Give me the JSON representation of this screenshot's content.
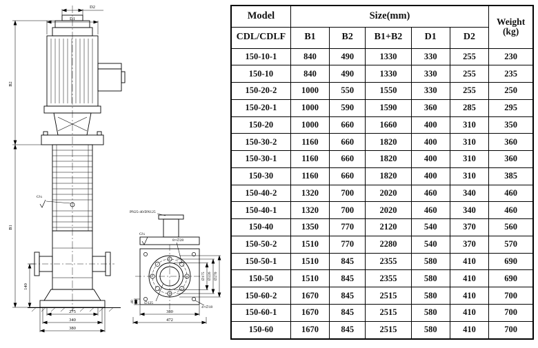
{
  "drawing": {
    "d2": "D2",
    "d1": "D1",
    "b2": "B2",
    "b1": "B1",
    "dim140": "140",
    "dim275": "275",
    "dim340": "340",
    "dim380": "380",
    "port_spec": "G¼",
    "port_spec2": "G¼",
    "flange_spec": "PN25-40/DN125",
    "holes8": "8×∅28",
    "holes4": "4×∅18",
    "dia175": "∅175",
    "dia226": "∅226",
    "dia270": "∅270",
    "dia125": "∅125",
    "dim40": "40",
    "flange380": "380",
    "dim472": "472"
  },
  "table": {
    "header": {
      "model": "Model",
      "model_sub": "CDL/CDLF",
      "size_group": "Size(mm)",
      "size_cols": [
        "B1",
        "B2",
        "B1+B2",
        "D1",
        "D2"
      ],
      "weight": "Weight",
      "weight_unit": "(kg)"
    },
    "rows": [
      {
        "model": "150-10-1",
        "b1": "840",
        "b2": "490",
        "b1b2": "1330",
        "d1": "330",
        "d2": "255",
        "weight": "230"
      },
      {
        "model": "150-10",
        "b1": "840",
        "b2": "490",
        "b1b2": "1330",
        "d1": "330",
        "d2": "255",
        "weight": "235"
      },
      {
        "model": "150-20-2",
        "b1": "1000",
        "b2": "550",
        "b1b2": "1550",
        "d1": "330",
        "d2": "255",
        "weight": "250"
      },
      {
        "model": "150-20-1",
        "b1": "1000",
        "b2": "590",
        "b1b2": "1590",
        "d1": "360",
        "d2": "285",
        "weight": "295"
      },
      {
        "model": "150-20",
        "b1": "1000",
        "b2": "660",
        "b1b2": "1660",
        "d1": "400",
        "d2": "310",
        "weight": "350"
      },
      {
        "model": "150-30-2",
        "b1": "1160",
        "b2": "660",
        "b1b2": "1820",
        "d1": "400",
        "d2": "310",
        "weight": "360"
      },
      {
        "model": "150-30-1",
        "b1": "1160",
        "b2": "660",
        "b1b2": "1820",
        "d1": "400",
        "d2": "310",
        "weight": "360"
      },
      {
        "model": "150-30",
        "b1": "1160",
        "b2": "660",
        "b1b2": "1820",
        "d1": "400",
        "d2": "310",
        "weight": "385"
      },
      {
        "model": "150-40-2",
        "b1": "1320",
        "b2": "700",
        "b1b2": "2020",
        "d1": "460",
        "d2": "340",
        "weight": "460"
      },
      {
        "model": "150-40-1",
        "b1": "1320",
        "b2": "700",
        "b1b2": "2020",
        "d1": "460",
        "d2": "340",
        "weight": "460"
      },
      {
        "model": "150-40",
        "b1": "1350",
        "b2": "770",
        "b1b2": "2120",
        "d1": "540",
        "d2": "370",
        "weight": "560"
      },
      {
        "model": "150-50-2",
        "b1": "1510",
        "b2": "770",
        "b1b2": "2280",
        "d1": "540",
        "d2": "370",
        "weight": "570"
      },
      {
        "model": "150-50-1",
        "b1": "1510",
        "b2": "845",
        "b1b2": "2355",
        "d1": "580",
        "d2": "410",
        "weight": "690"
      },
      {
        "model": "150-50",
        "b1": "1510",
        "b2": "845",
        "b1b2": "2355",
        "d1": "580",
        "d2": "410",
        "weight": "690"
      },
      {
        "model": "150-60-2",
        "b1": "1670",
        "b2": "845",
        "b1b2": "2515",
        "d1": "580",
        "d2": "410",
        "weight": "700"
      },
      {
        "model": "150-60-1",
        "b1": "1670",
        "b2": "845",
        "b1b2": "2515",
        "d1": "580",
        "d2": "410",
        "weight": "700"
      },
      {
        "model": "150-60",
        "b1": "1670",
        "b2": "845",
        "b1b2": "2515",
        "d1": "580",
        "d2": "410",
        "weight": "700"
      }
    ]
  }
}
